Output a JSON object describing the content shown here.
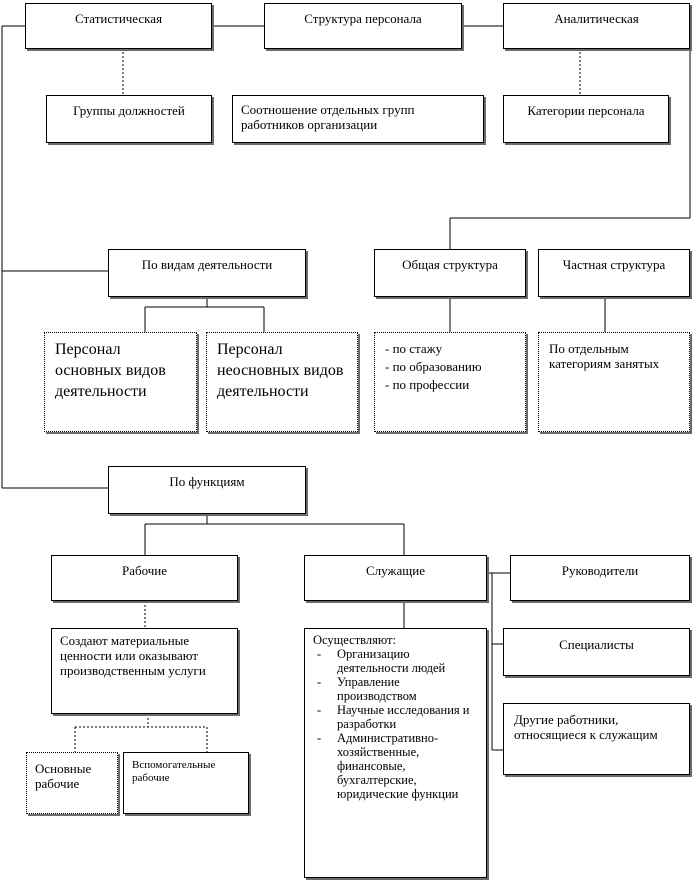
{
  "top": {
    "statistical": "Статистическая",
    "structure": "Структура  персонала",
    "analytical": "Аналитическая"
  },
  "row2": {
    "groups": "Группы должностей",
    "ratio": "Соотношение отдельных групп работников организации",
    "categories": "Категории персонала"
  },
  "activity": {
    "title": "По видам деятельности",
    "main": "Персонал основных видов деятельности",
    "nonmain": "Персонал неосновных видов деятельности"
  },
  "general": {
    "title": "Общая  структура",
    "items": [
      "- по стажу",
      "- по образованию",
      "- по профессии"
    ]
  },
  "private": {
    "title": "Частная структура",
    "text": "По отдельным категориям занятых"
  },
  "functions": {
    "title": "По функциям"
  },
  "workers": {
    "title": "Рабочие",
    "desc": "Создают материальные ценности или оказывают производственным услуги",
    "main": "Основные рабочие",
    "aux": "Вспомогательные рабочие"
  },
  "employees": {
    "title": "Служащие",
    "intro": "Осуществляют:",
    "items": [
      "Организацию деятельности людей",
      "Управление производством",
      "Научные исследования и разработки",
      "Административно-хозяйственные, финансовые, бухгалтерские, юридические функции"
    ]
  },
  "managers": {
    "title": "Руководители"
  },
  "specialists": {
    "title": "Специалисты"
  },
  "others": {
    "title": "Другие работники, относящиеся к служащим"
  }
}
